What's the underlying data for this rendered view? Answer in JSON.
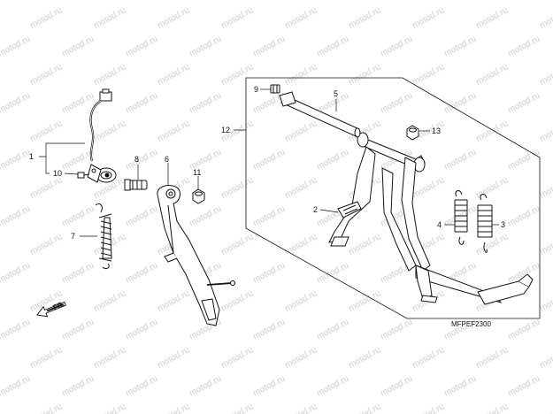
{
  "watermark": {
    "text": "motod.ru",
    "color": "#d0d0d0"
  },
  "diagram_code": "MFPEF2300",
  "direction_label": "FR.",
  "callouts": {
    "c1": "1",
    "c2": "2",
    "c3": "3",
    "c4": "4",
    "c5": "5",
    "c6": "6",
    "c7": "7",
    "c8": "8",
    "c9": "9",
    "c10": "10",
    "c11": "11",
    "c12": "12",
    "c13": "13"
  },
  "colors": {
    "line": "#111111",
    "paper": "#ffffff"
  },
  "icons": [
    "front-direction-arrow-icon"
  ]
}
